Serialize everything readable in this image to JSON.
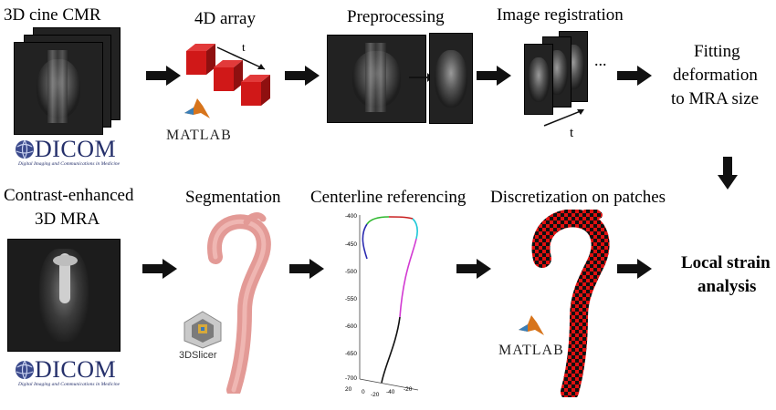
{
  "labels": {
    "cine_cmr": "3D cine CMR",
    "array_4d": "4D array",
    "preprocessing": "Preprocessing",
    "registration": "Image registration",
    "fitting_1": "Fitting",
    "fitting_2": "deformation",
    "fitting_3": "to MRA size",
    "mra_1": "Contrast-enhanced",
    "mra_2": "3D MRA",
    "segmentation": "Segmentation",
    "centerline": "Centerline referencing",
    "discretization": "Discretization on patches",
    "strain_1": "Local strain",
    "strain_2": "analysis"
  },
  "symbols": {
    "t_array": "t",
    "t_registration": "t",
    "ellipsis": "..."
  },
  "logos": {
    "dicom": "DICOM",
    "dicom_sub": "Digital Imaging and Communications in Medicine",
    "matlab": "MATLAB",
    "slicer": "3DSlicer"
  },
  "plot": {
    "y_ticks": [
      "-400",
      "-450",
      "-500",
      "-550",
      "-600",
      "-650",
      "-700"
    ],
    "x_ticks": [
      "20",
      "0",
      "-20",
      "-40",
      "-20"
    ]
  }
}
